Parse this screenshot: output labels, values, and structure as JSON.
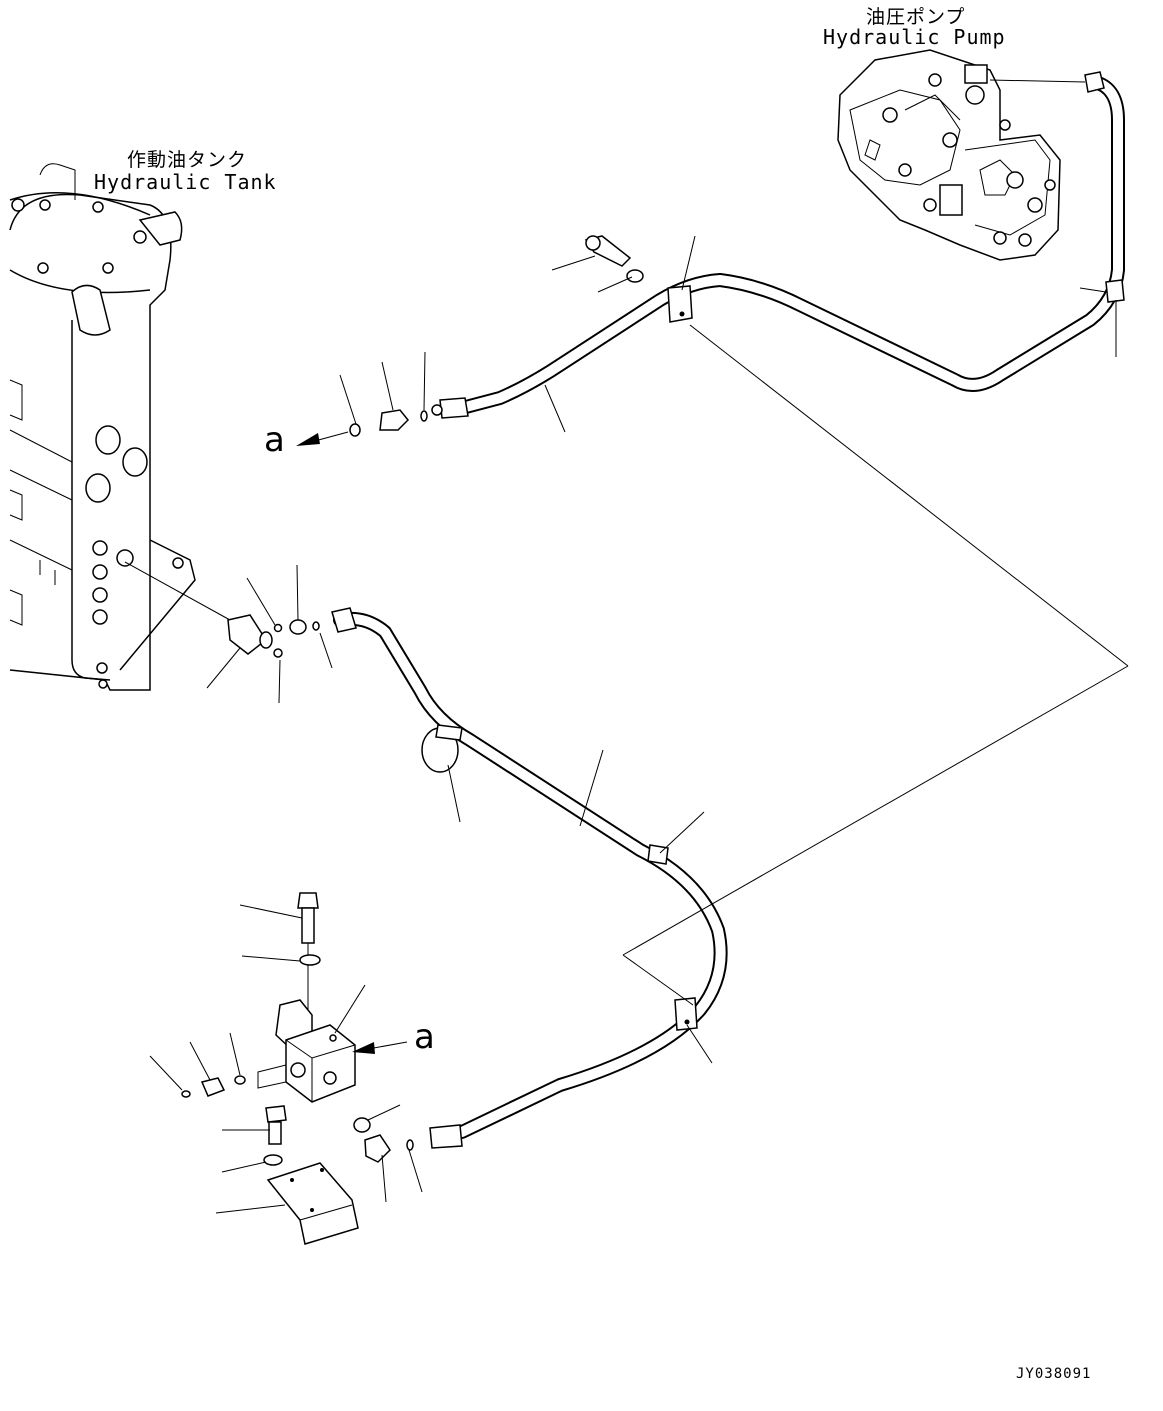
{
  "labels": {
    "pump_jp": "油圧ポンプ",
    "pump_en": "Hydraulic Pump",
    "tank_jp": "作動油タンク",
    "tank_en": "Hydraulic Tank"
  },
  "reference_marks": {
    "upper": "a",
    "lower": "a"
  },
  "drawing_code": "JY038091"
}
